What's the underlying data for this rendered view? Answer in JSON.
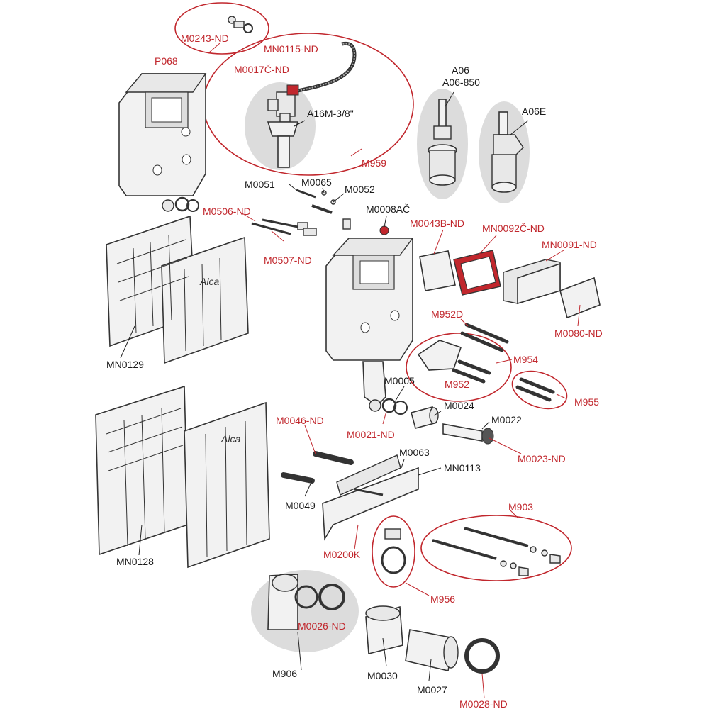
{
  "colors": {
    "red_label": "#c1272d",
    "black_label": "#1a1a1a",
    "highlight": "#dcdcdc"
  },
  "brand": "Alca",
  "labels": {
    "M0243_ND": "M0243-ND",
    "P068": "P068",
    "MN0115_ND": "MN0115-ND",
    "M0017C_ND": "M0017Č-ND",
    "A16M": "A16M-3/8\"",
    "M959": "M959",
    "A06": "A06",
    "A06_850": "A06-850",
    "A06E": "A06E",
    "M0051": "M0051",
    "M0065": "M0065",
    "M0052": "M0052",
    "M0506_ND": "M0506-ND",
    "M0008AC": "M0008AČ",
    "M0507_ND": "M0507-ND",
    "M0043B_ND": "M0043B-ND",
    "MN0092C_ND": "MN0092Č-ND",
    "MN0091_ND": "MN0091-ND",
    "MN0129": "MN0129",
    "M952D": "M952D",
    "M0080_ND": "M0080-ND",
    "M954": "M954",
    "M952": "M952",
    "M0005": "M0005",
    "M955": "M955",
    "M0024": "M0024",
    "M0022": "M0022",
    "M0046_ND": "M0046-ND",
    "M0021_ND": "M0021-ND",
    "M0023_ND": "M0023-ND",
    "M0063": "M0063",
    "MN0113": "MN0113",
    "M0049": "M0049",
    "M903": "M903",
    "MN0128": "MN0128",
    "M0200K": "M0200K",
    "M956": "M956",
    "M0026_ND": "M0026-ND",
    "M906": "M906",
    "M0030": "M0030",
    "M0027": "M0027",
    "M0028_ND": "M0028-ND"
  }
}
